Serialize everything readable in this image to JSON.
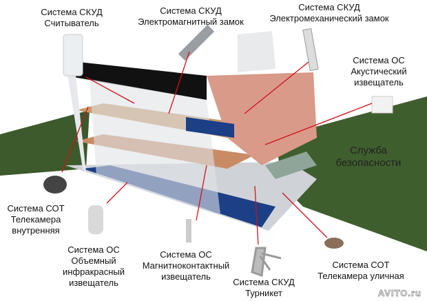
{
  "labels": {
    "reader": {
      "line1": "Система СКУД",
      "line2": "Считыватель"
    },
    "maglock": {
      "line1": "Система СКУД",
      "line2": "Электромагнитный замок"
    },
    "mechlock": {
      "line1": "Система СКУД",
      "line2": "Электромеханический замок"
    },
    "acoustic": {
      "line1": "Система ОС",
      "line2": "Акустический",
      "line3": "извещатель"
    },
    "security": {
      "line1": "Служба",
      "line2": "безопасности"
    },
    "indoor_cam": {
      "line1": "Система СОТ",
      "line2": "Телекамера",
      "line3": "внутренняя"
    },
    "ir_sensor": {
      "line1": "Система ОС",
      "line2": "Объемный",
      "line3": "инфракрасный",
      "line4": "извещатель"
    },
    "magcontact": {
      "line1": "Система ОС",
      "line2": "Магнитноконтактный",
      "line3": "извещатель"
    },
    "turnstile": {
      "line1": "Система СКУД",
      "line2": "Турникет"
    },
    "outdoor_cam": {
      "line1": "Система СОТ",
      "line2": "Телекамера уличная"
    }
  },
  "watermark": "AVITO.ru",
  "colors": {
    "leader": "#d0101a",
    "grass": "#3c5a2c",
    "floor_blue": "#1c3f86",
    "wall_pink": "#d99a8a",
    "floor_wood": "#c89a6a"
  }
}
